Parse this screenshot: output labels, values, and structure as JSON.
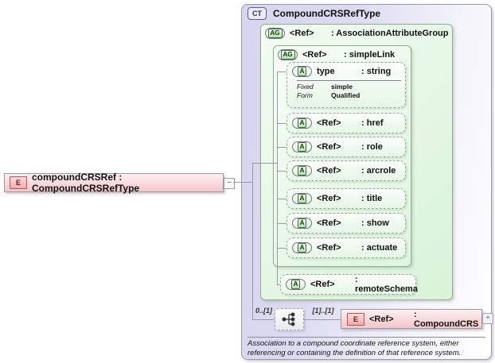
{
  "root_element": {
    "badge": "E",
    "label": "compoundCRSRef : CompoundCRSRefType",
    "collapse_glyph": "−"
  },
  "complex_type": {
    "badge": "CT",
    "title": "CompoundCRSRefType",
    "attribute_group": {
      "badge": "AG",
      "name": "<Ref>",
      "type": ": AssociationAttributeGroup"
    },
    "simple_link_group": {
      "badge": "AG",
      "name": "<Ref>",
      "type": ": simpleLink",
      "attributes": [
        {
          "badge": "A",
          "name": "type",
          "type": ": string",
          "facets": [
            {
              "label": "Fixed",
              "value": "simple"
            },
            {
              "label": "Form",
              "value": "Qualified"
            }
          ]
        },
        {
          "badge": "A",
          "name": "<Ref>",
          "type": ": href"
        },
        {
          "badge": "A",
          "name": "<Ref>",
          "type": ": role"
        },
        {
          "badge": "A",
          "name": "<Ref>",
          "type": ": arcrole"
        },
        {
          "badge": "A",
          "name": "<Ref>",
          "type": ": title"
        },
        {
          "badge": "A",
          "name": "<Ref>",
          "type": ": show"
        },
        {
          "badge": "A",
          "name": "<Ref>",
          "type": ": actuate"
        }
      ]
    },
    "remote_schema_attr": {
      "badge": "A",
      "name": "<Ref>",
      "type": ": remoteSchema"
    },
    "content_model": {
      "outer_occurrence": "0..[1]",
      "inner_occurrence": "[1]..[1]",
      "element": {
        "badge": "E",
        "name": "<Ref>",
        "type": ": CompoundCRS",
        "expand_glyph": "+"
      }
    },
    "annotation": "Association to a compound coordinate reference system, either referencing or containing the definition of that reference system."
  },
  "colors": {
    "complex_type_bg": "#dcdaf1",
    "group_bg": "#ddf5dd",
    "element_bg": "#f4c6ca",
    "element_badge_border": "#a85a5a",
    "connector_line": "#9a9aa4"
  }
}
